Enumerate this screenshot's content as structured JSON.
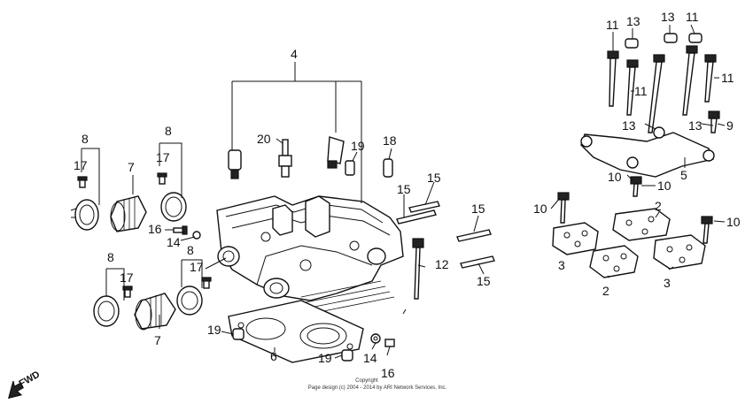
{
  "labels": {
    "l4": "4",
    "l20": "20",
    "l19a": "19",
    "l18": "18",
    "l8a": "8",
    "l17a": "17",
    "l7a": "7",
    "l8b": "8",
    "l17b": "17",
    "l16a": "16",
    "l14a": "14",
    "l8c": "8",
    "l17c": "17",
    "l7b": "7",
    "l8d": "8",
    "l17d": "17",
    "l15a": "15",
    "l15b": "15",
    "l15c": "15",
    "l15d": "15",
    "l12": "12",
    "l19b": "19",
    "l6": "6",
    "l19c": "19",
    "l14b": "14",
    "l16b": "16",
    "l11a": "11",
    "l13a": "13",
    "l13b": "13",
    "l11b": "11",
    "l11c": "11",
    "l11d": "11",
    "l13c": "13",
    "l13d": "13",
    "l9": "9",
    "l5": "5",
    "l10a": "10",
    "l10b": "10",
    "l10c": "10",
    "l10d": "10",
    "l2a": "2",
    "l2b": "2",
    "l3a": "3",
    "l3b": "3"
  },
  "copyright": {
    "line1": "Copyright",
    "line2": "Page design (c) 2004 - 2014 by ARI Network Services, Inc."
  },
  "fwd_label": "FWD"
}
